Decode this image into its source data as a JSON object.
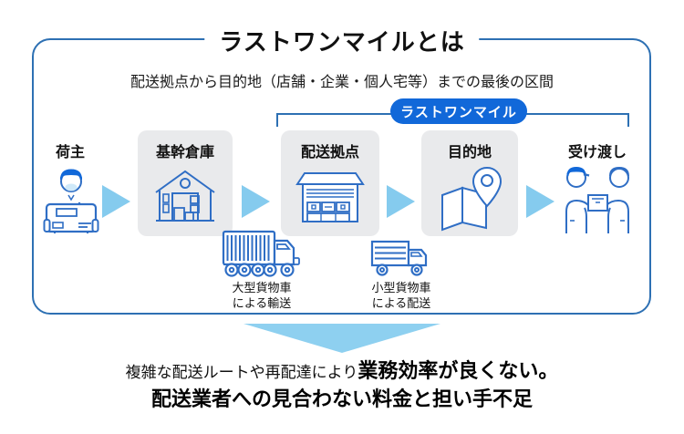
{
  "title": "ラストワンマイルとは",
  "subtitle": "配送拠点から目的地（店舗・企業・個人宅等）までの最後の区間",
  "last_mile_pill": "ラストワンマイル",
  "stages": [
    {
      "label": "荷主",
      "icon": "shipper-icon"
    },
    {
      "label": "基幹倉庫",
      "icon": "warehouse-icon"
    },
    {
      "label": "配送拠点",
      "icon": "depot-icon"
    },
    {
      "label": "目的地",
      "icon": "destination-icon"
    },
    {
      "label": "受け渡し",
      "icon": "handover-icon"
    }
  ],
  "transports": [
    {
      "line1": "大型貨物車",
      "line2": "による輸送",
      "icon": "large-truck-icon"
    },
    {
      "line1": "小型貨物車",
      "line2": "による配送",
      "icon": "small-truck-icon"
    }
  ],
  "conclusion": {
    "line1_normal": "複雑な配送ルートや再配達により",
    "line1_bold": "業務効率が良くない。",
    "line2_bold": "配送業者への見合わない料金と担い手不足"
  },
  "colors": {
    "frame_border": "#2d70b3",
    "pill_bg": "#1168d9",
    "flow_arrow": "#85cbee",
    "down_arrow": "#8ed0f0",
    "icon_stroke": "#2f6ec5",
    "icon_accent": "#1168d9",
    "icon_skin": "#cfe9f9",
    "card_bg": "#e9eaec"
  }
}
